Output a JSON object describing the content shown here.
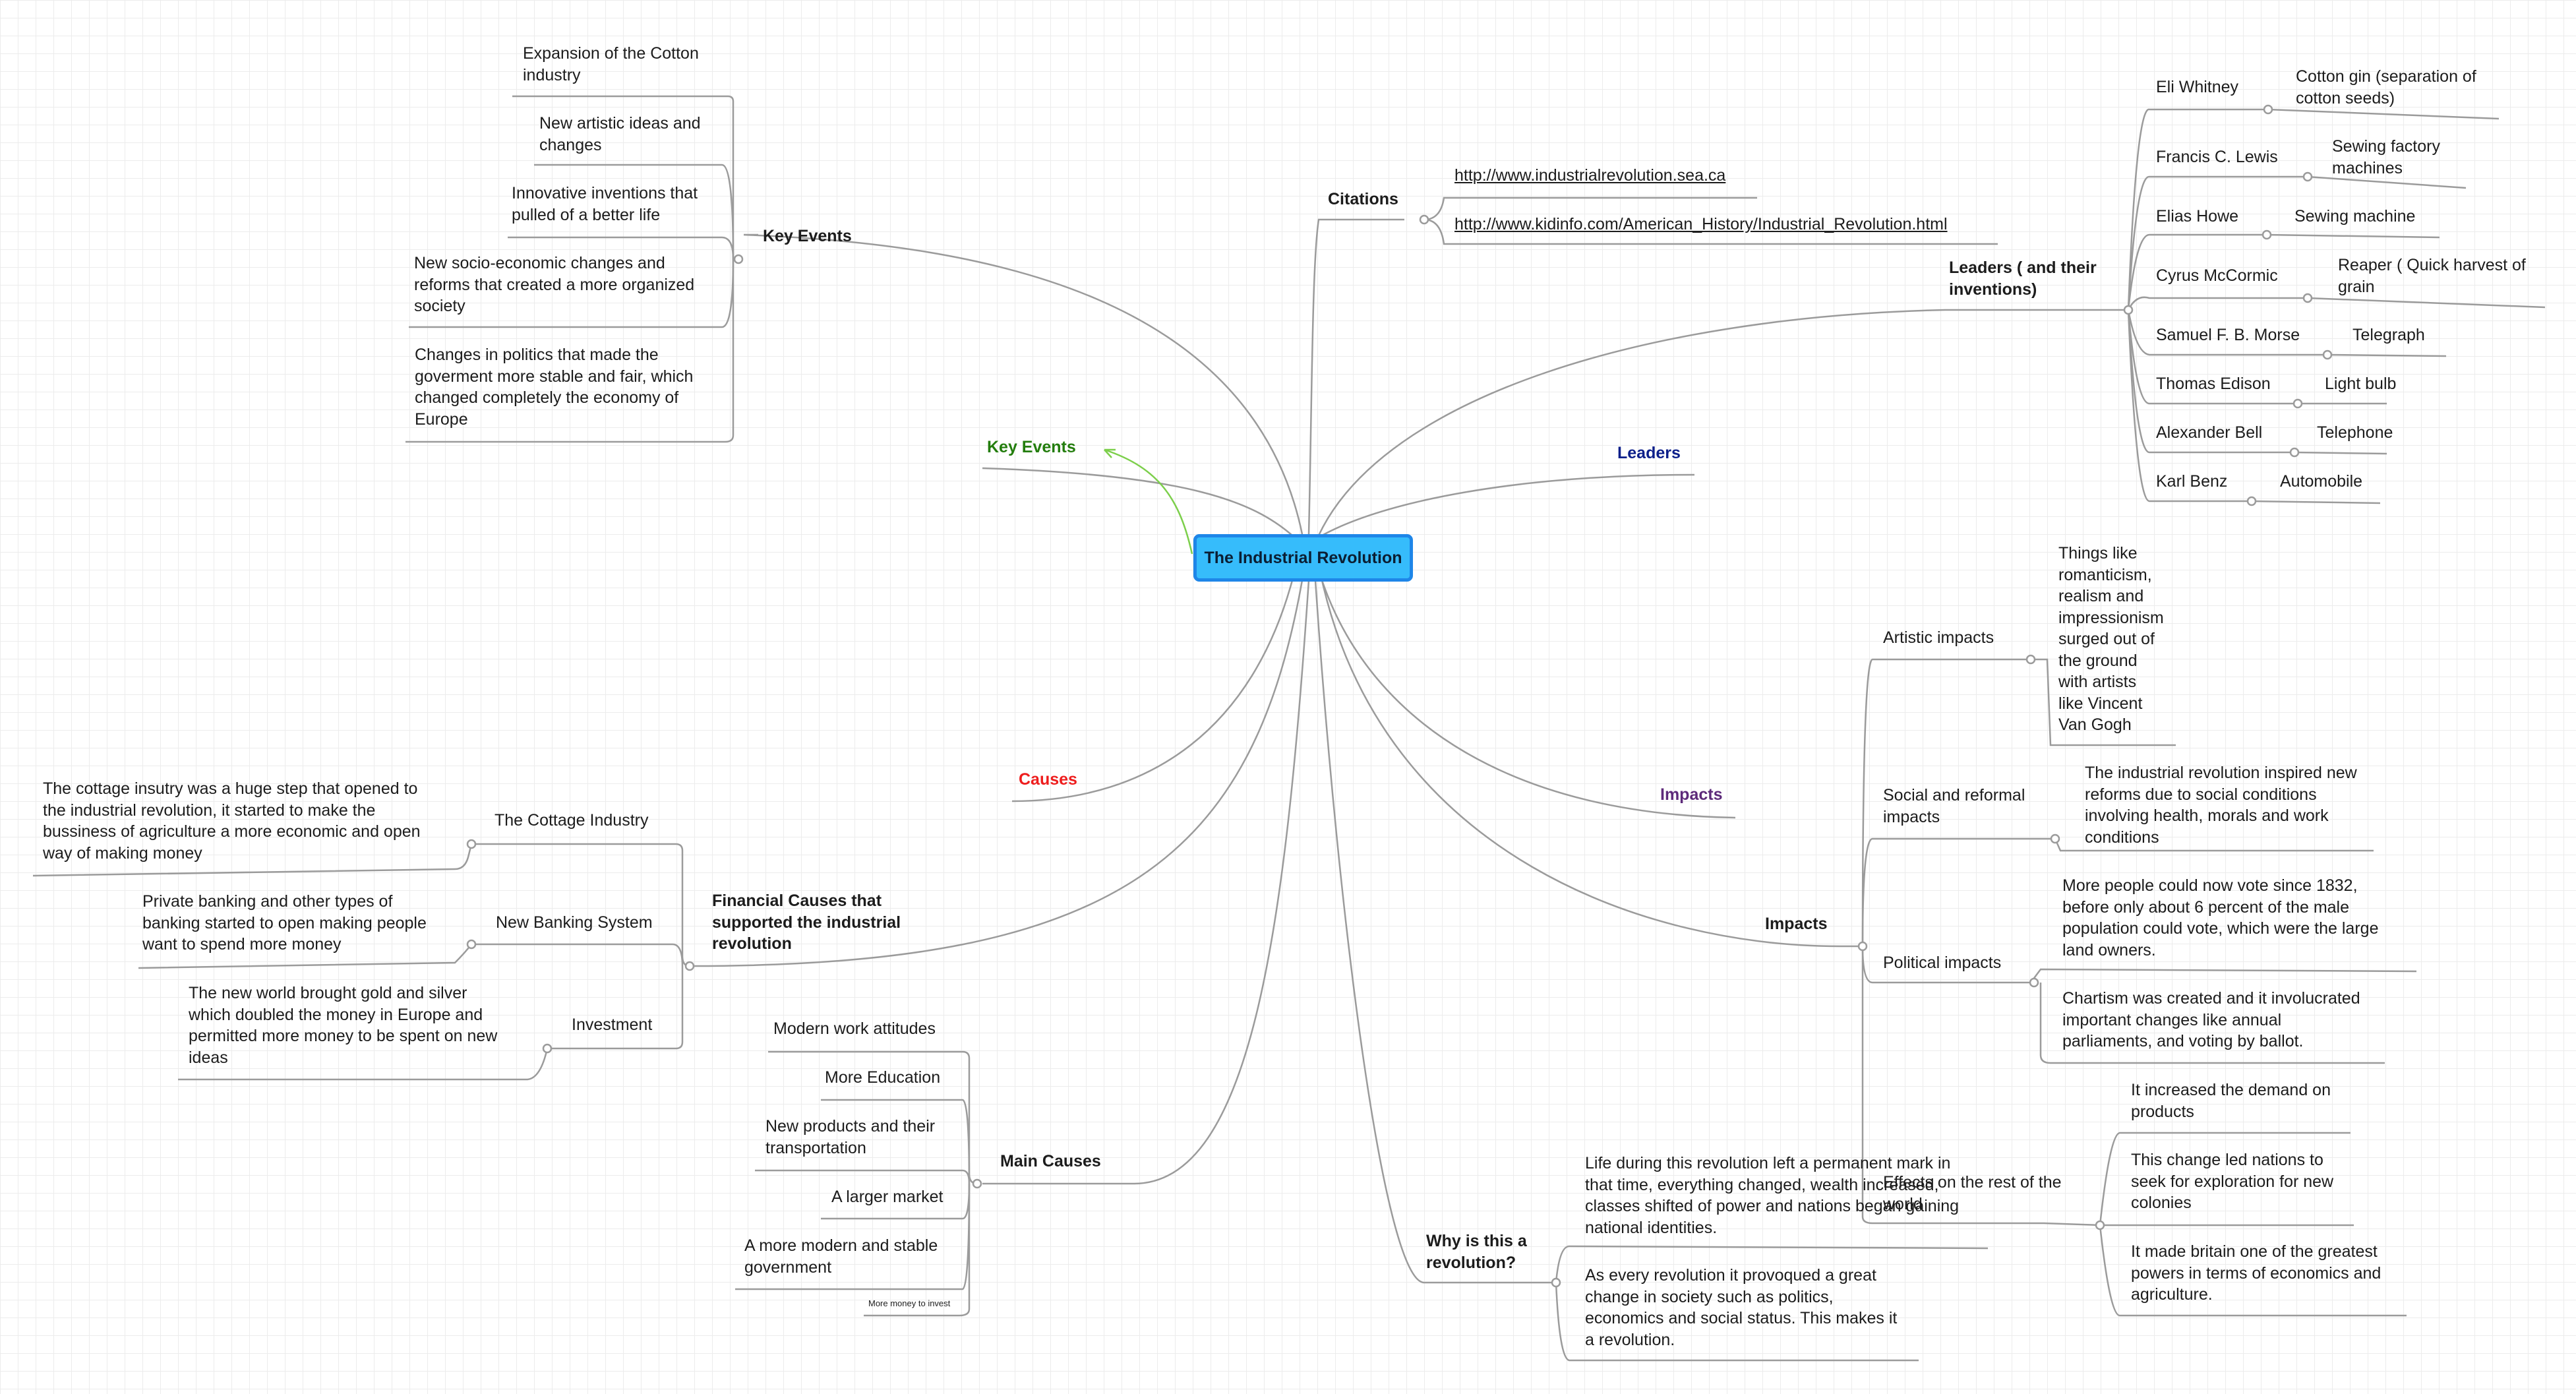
{
  "root": "The Industrial Revolution",
  "floating": {
    "key_events": "Key Events",
    "leaders": "Leaders",
    "causes": "Causes",
    "impacts": "Impacts"
  },
  "key_events": {
    "title": "Key Events",
    "items": [
      "Expansion of the Cotton\nindustry",
      "New artistic ideas and\nchanges",
      "Innovative inventions that\npulled of a better life",
      "New socio-economic changes and\nreforms that created a more organized\nsociety",
      "Changes in politics that made the\ngoverment more stable and fair, which\nchanged completely the economy of\nEurope"
    ]
  },
  "citations": {
    "title": "Citations",
    "links": [
      "http://www.industrialrevolution.sea.ca",
      "http://www.kidinfo.com/American_History/Industrial_Revolution.html"
    ]
  },
  "leaders": {
    "title": "Leaders ( and their\ninventions)",
    "people": [
      {
        "name": "Eli Whitney",
        "invention": "Cotton gin (separation of\ncotton seeds)"
      },
      {
        "name": "Francis C. Lewis",
        "invention": "Sewing factory\nmachines"
      },
      {
        "name": "Elias Howe",
        "invention": "Sewing machine"
      },
      {
        "name": "Cyrus McCormic",
        "invention": "Reaper ( Quick harvest of\ngrain"
      },
      {
        "name": "Samuel F. B. Morse",
        "invention": "Telegraph"
      },
      {
        "name": "Thomas Edison",
        "invention": "Light bulb"
      },
      {
        "name": "Alexander Bell",
        "invention": "Telephone"
      },
      {
        "name": "Karl Benz",
        "invention": "Automobile"
      }
    ]
  },
  "financial": {
    "title": "Financial Causes that\nsupported the industrial\nrevolution",
    "items": [
      {
        "label": "The Cottage Industry",
        "detail": "The cottage insutry was a huge step that opened to\nthe industrial revolution, it started to make the\nbussiness of agriculture  a more economic and open\nway of making money"
      },
      {
        "label": "New Banking System",
        "detail": "Private banking and other types of\nbanking started to open making people\nwant to spend more money"
      },
      {
        "label": "Investment",
        "detail": "The new world brought gold and silver\nwhich doubled the money in Europe and\npermitted more money to be spent on new\nideas"
      }
    ]
  },
  "main_causes": {
    "title": "Main Causes",
    "items": [
      "Modern work attitudes",
      "More Education",
      "New products and their\ntransportation",
      "A larger market",
      "A more modern and stable\ngovernment",
      "More money to invest"
    ]
  },
  "impacts": {
    "title": "Impacts",
    "artistic": {
      "label": "Artistic impacts",
      "detail": "Things like\nromanticism,\nrealism and\nimpressionism\nsurged out of\nthe ground\nwith artists\nlike Vincent\nVan Gogh"
    },
    "social": {
      "label": "Social and reformal\nimpacts",
      "detail": "The industrial revolution inspired new\nreforms due to social conditions\ninvolving health, morals and work\nconditions"
    },
    "political": {
      "label": "Political impacts",
      "details": [
        "More people could now vote since 1832,\nbefore only about 6 percent of the male\npopulation could vote, which were the large\nland owners.",
        "Chartism was created and it involucrated\nimportant changes like annual\nparliaments, and voting by ballot."
      ]
    },
    "world": {
      "label": "Effects on the rest of the\nworld",
      "details": [
        "It increased the demand on\nproducts",
        "This change led nations to\nseek for exploration for new\ncolonies",
        "It made britain one of the greatest\npowers in terms of economics and\nagriculture."
      ]
    }
  },
  "why": {
    "title": "Why is this a\nrevolution?",
    "items": [
      "Life during this revolution left a permanent mark in\nthat time, everything changed, wealth increased,\nclasses shifted of power and nations began gaining\nnational identities.",
      "As every revolution it provoqued a great\nchange in society such as politics,\neconomics and social status. This makes it\na revolution."
    ]
  },
  "colors": {
    "root_fill": "#36bcfb",
    "root_border": "#1e86e8",
    "branch_line": "#9b9b9b",
    "key_events_float": "#237d0d",
    "leaders_float": "#0c1f8a",
    "causes_float": "#ee1d1d",
    "impacts_float": "#5d2a7a",
    "grid": "#ececec"
  }
}
